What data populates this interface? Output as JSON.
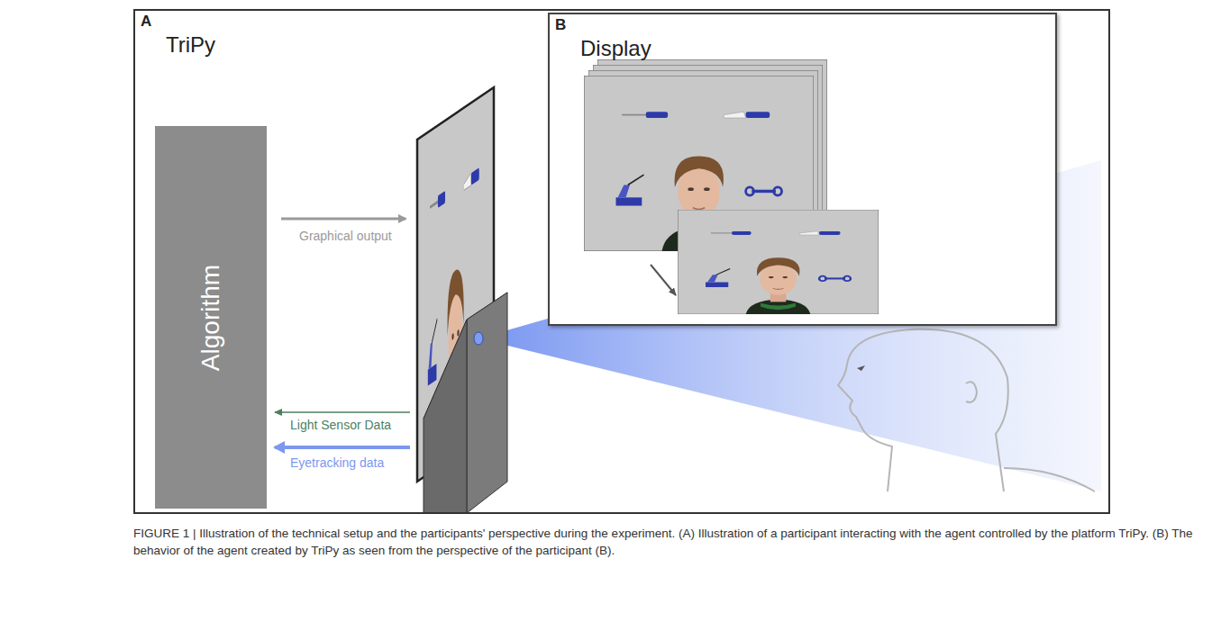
{
  "diagram": {
    "caption": "FIGURE 1 | Illustration of the technical setup and the participants' perspective during the experiment. (A) Illustration of a participant interacting with the agent controlled by the platform TriPy. (B) The behavior of the agent created by TriPy as seen from the perspective of the participant (B).",
    "nodes": [
      {
        "text": [
          "A",
          "TriPy"
        ]
      },
      {
        "text": [
          "Algorithm"
        ],
        "in": 0
      },
      {
        "text": [
          "B",
          "Display"
        ],
        "in": 0
      }
    ],
    "labels": [
      "Graphical output",
      "Light Sensor Data",
      "Eyetracking data"
    ]
  }
}
